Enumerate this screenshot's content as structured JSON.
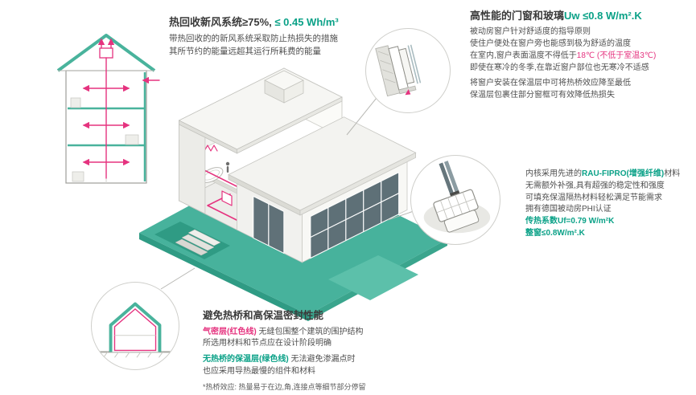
{
  "colors": {
    "ground_teal": "#47b29c",
    "ground_teal_dark": "#2f9b84",
    "green_text": "#0aa187",
    "magenta": "#e5337f",
    "title_dark": "#3a3a3a",
    "body_text": "#4f4f4f"
  },
  "sections": {
    "heat_recovery": {
      "title_black": "热回收新风系统≥75%,",
      "title_green": " ≤ 0.45 Wh/m³",
      "line1": "带热回收的的新风系统采取防止热损失的措施",
      "line2": "其所节约的能量远超其运行所耗费的能量"
    },
    "windows": {
      "title_black": "高性能的门窗和玻璃",
      "title_green": "Uw ≤0.8 W/m².K",
      "line1": "被动房窗户针对舒适度的指导原则",
      "line2": "使住户便处在窗户旁也能感到极为舒适的温度",
      "line3_black": "在室内,窗户表面温度不得低于",
      "line3_red": "18℃ (不低于室温3℃)",
      "line4": "即使在寒冷的冬季,在靠近窗户部位也无寒冷不适感",
      "line5": "将窗户安装在保温层中可将热桥效应降至最低",
      "line6": "保温层包裹住部分窗框可有效降低热损失"
    },
    "profile": {
      "line1_black_a": "内核采用先进的",
      "line1_green": "RAU-FIPRO(增强纤维)",
      "line1_black_b": "材料",
      "line2": "无需额外补强,具有超强的稳定性和强度",
      "line3": "可填充保温隔热材料轻松满足节能需求",
      "line4": "拥有德国被动房PHI认证",
      "line5_green": "传热系数Uf=0.79 W/m²K",
      "line6_green": "整窗≤0.8W/m².K"
    },
    "thermal_bridge": {
      "title": "避免热桥和高保温密封性能",
      "line1_red": "气密层(红色线)",
      "line1_black": " 无缝包围整个建筑的围护结构",
      "line2": "所选用材料和节点应在设计阶段明确",
      "line3_green": "无热桥的保温层(绿色线)",
      "line3_black": " 无法避免渗漏点时",
      "line4": "也应采用导热最慢的组件和材料",
      "footnote": "*热桥效应: 热量易于在边,角,连接点等细节部分停留"
    }
  }
}
